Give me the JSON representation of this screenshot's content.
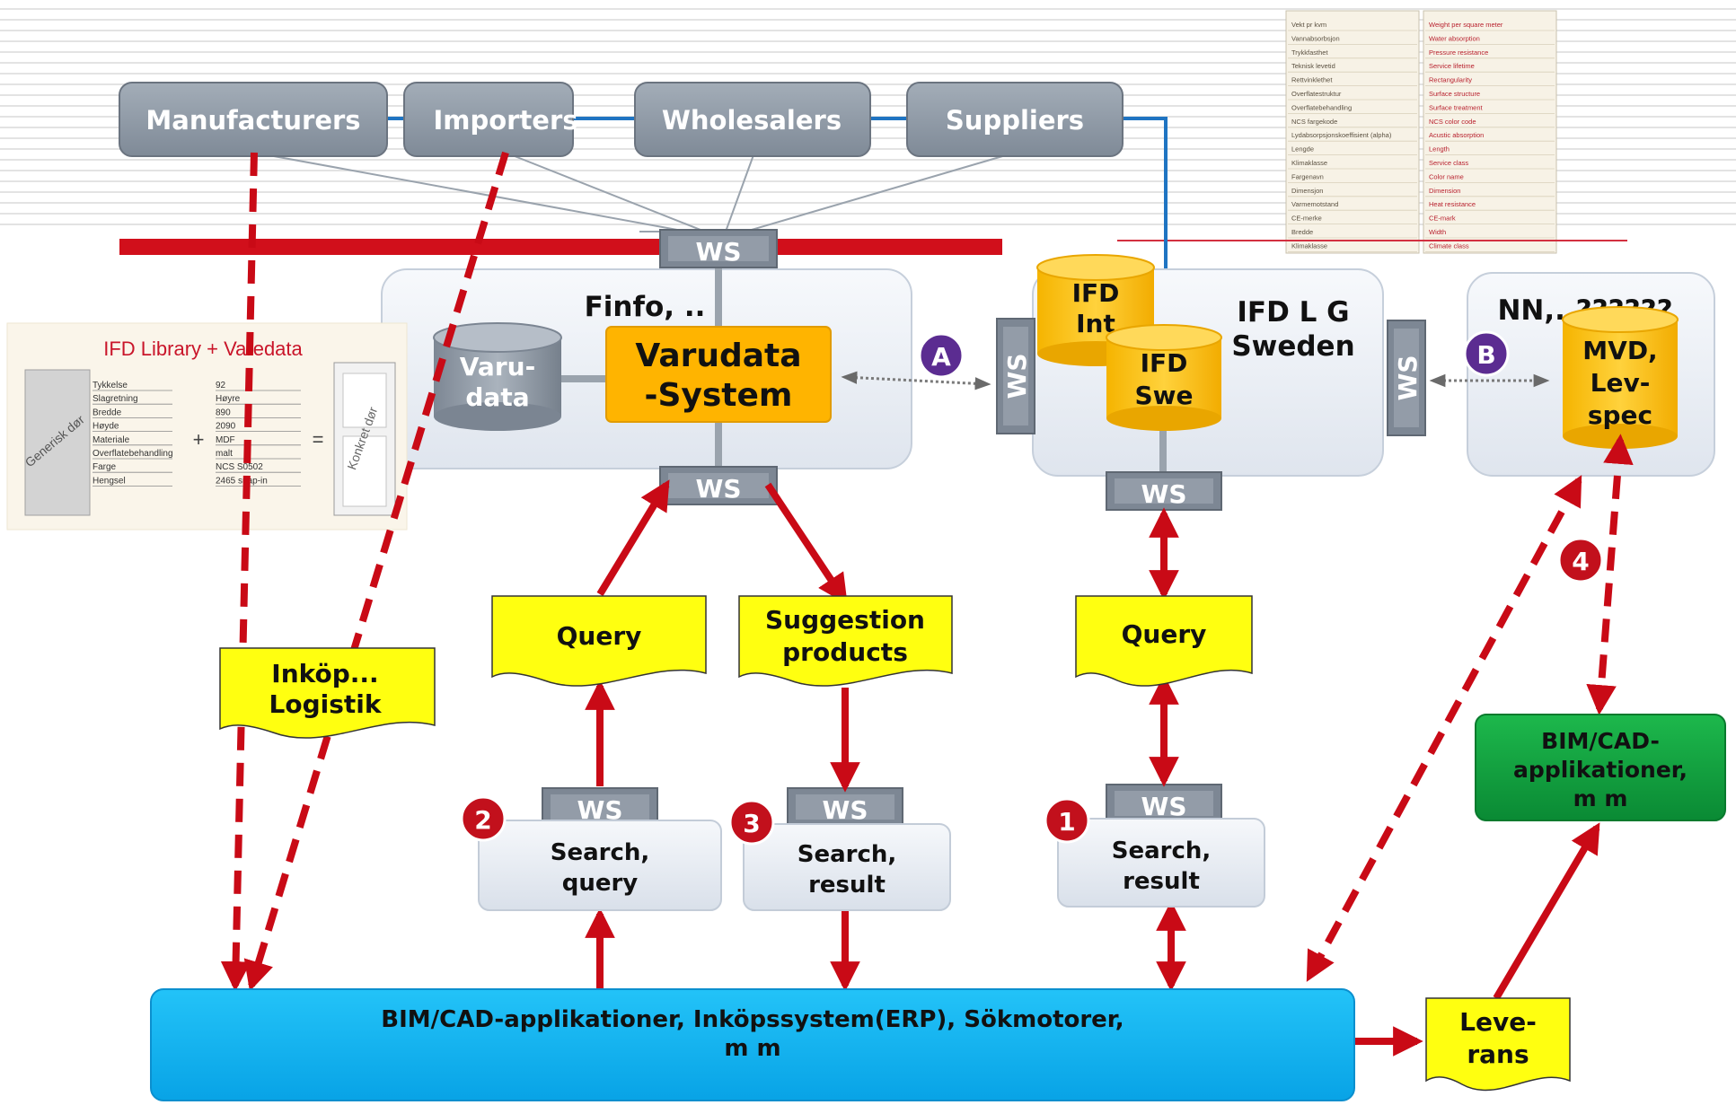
{
  "top_boxes": [
    "Manufacturers",
    "Importers",
    "Wholesalers",
    "Suppliers"
  ],
  "ws_label": "WS",
  "finfo_title": "Finfo, ..",
  "varu_data": [
    "Varu-",
    "data"
  ],
  "varudata_system": [
    "Varudata",
    "-System"
  ],
  "ifd_int": [
    "IFD",
    "Int"
  ],
  "ifd_title": [
    "IFD L G",
    "Sweden"
  ],
  "ifd_swe": [
    "IFD",
    "Swe"
  ],
  "nn_title": "NN,..??????",
  "mvd": [
    "MVD,",
    "Lev-",
    "spec"
  ],
  "badge_a": "A",
  "badge_b": "B",
  "badges": [
    "1",
    "2",
    "3",
    "4"
  ],
  "notes": {
    "query_left": "Query",
    "suggestion": [
      "Suggestion",
      "products"
    ],
    "query_right": "Query",
    "inkop": [
      "Inköp...",
      "Logistik"
    ],
    "leverans": [
      "Leve-",
      "rans"
    ]
  },
  "search_boxes": {
    "s2": [
      "Search,",
      "query"
    ],
    "s3": [
      "Search,",
      "result"
    ],
    "s1": [
      "Search,",
      "result"
    ]
  },
  "bim_green": [
    "BIM/CAD-",
    "applikationer,",
    "m m"
  ],
  "bottom_bar": [
    "BIM/CAD-applikationer, Inköpssystem(ERP), Sökmotorer,",
    "m m"
  ],
  "ifd_library": {
    "title": "IFD Library + Varedata",
    "generic": "Generisk dør",
    "concrete": "Konkret dør",
    "props": [
      "Tykkelse",
      "Slagretning",
      "Bredde",
      "Høyde",
      "Materiale",
      "Overflatebehandling",
      "Farge",
      "Hengsel"
    ],
    "values": [
      "92",
      "Høyre",
      "890",
      "2090",
      "MDF",
      "malt",
      "NCS S0502",
      "2465 snap-in"
    ]
  },
  "property_table": {
    "left": [
      "Vekt pr kvm",
      "Vannabsorbsjon",
      "Trykkfasthet",
      "Teknisk levetid",
      "Rettvinklethet",
      "Overflatestruktur",
      "Overflatebehandling",
      "NCS fargekode",
      "Lydabsorpsjonskoeffisient (alpha)",
      "Lengde",
      "Klimaklasse",
      "Fargenavn",
      "Dimensjon",
      "Varmemotstand",
      "CE-merke",
      "Bredde",
      "Klimaklasse"
    ],
    "right": [
      "Weight per square meter",
      "Water absorption",
      "Pressure resistance",
      "Service lifetime",
      "Rectangularity",
      "Surface structure",
      "Surface treatment",
      "NCS color code",
      "Acustic absorption",
      "Length",
      "Service class",
      "Color name",
      "Dimension",
      "Heat resistance",
      "CE-mark",
      "Width",
      "Climate class"
    ]
  }
}
